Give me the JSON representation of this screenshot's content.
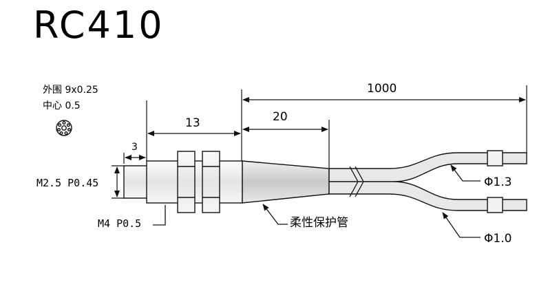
{
  "title": "RC410",
  "fiber_spec": {
    "outer": "外围 9x0.25",
    "center": "中心 0.5"
  },
  "dimensions": {
    "cable_length": "1000",
    "tube_length": "20",
    "body_length": "13",
    "tip_length": "3"
  },
  "labels": {
    "tip_thread": "M2.5 P0.45",
    "body_thread": "M4 P0.5",
    "flex_tube": "柔性保护管",
    "fiber_upper": "Φ1.3",
    "fiber_lower": "Φ1.0"
  },
  "colors": {
    "line": "#111111",
    "body_fill": "#efefef",
    "tube_fill": "#d6d6d6",
    "cable_fill": "#e6e6e6"
  }
}
